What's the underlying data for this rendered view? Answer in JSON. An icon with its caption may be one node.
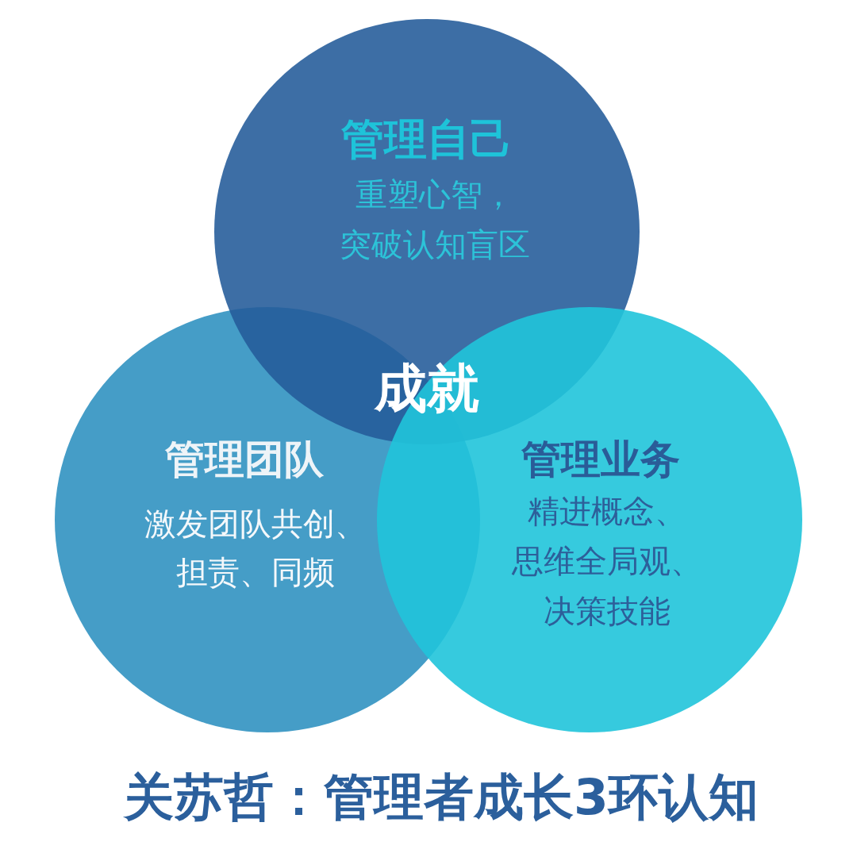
{
  "diagram": {
    "caption": "关苏哲：管理者成长3环认知",
    "nodes": [
      {
        "text": [
          "管理自己",
          "重塑心智，突破认知盲区"
        ]
      },
      {
        "text": [
          "管理团队",
          "激发团队共创、担责、同频"
        ]
      },
      {
        "text": [
          "管理业务",
          "精进概念、思维全局观、决策技能"
        ]
      }
    ],
    "labels": [
      "成就"
    ]
  }
}
